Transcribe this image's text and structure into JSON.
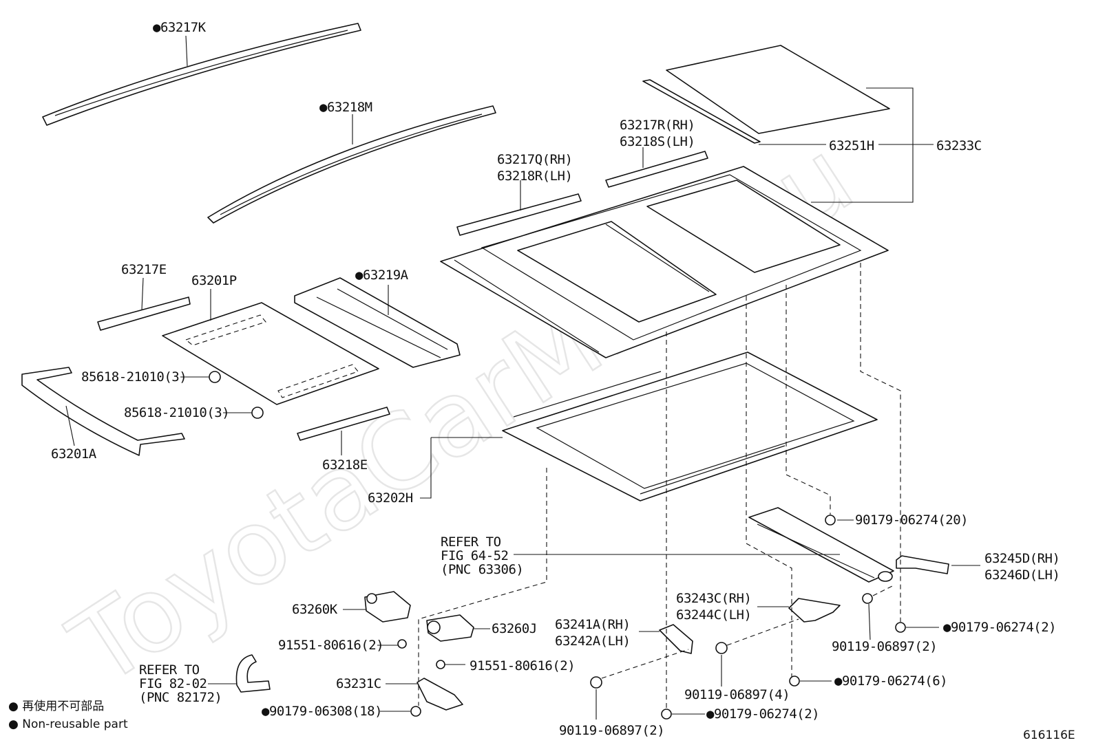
{
  "watermark": "ToyotaCarMine.ru",
  "legend": {
    "line1": "● 再使用不可部品",
    "line2": "● Non-reusable part"
  },
  "figure_code": "616116E",
  "labels": {
    "p63217K": "●63217K",
    "p63218M": "●63218M",
    "p63217E": "63217E",
    "p63201P": "63201P",
    "p63219A": "●63219A",
    "p85618a": "85618-21010(3)",
    "p85618b": "85618-21010(3)",
    "p63201A": "63201A",
    "p63218E": "63218E",
    "p63217Q": "63217Q(RH)",
    "p63218R": "63218R(LH)",
    "p63217R": "63217R(RH)",
    "p63218S": "63218S(LH)",
    "p63251H": "63251H",
    "p63233C": "63233C",
    "p63202H": "63202H",
    "ref1_l1": "REFER TO",
    "ref1_l2": "FIG 64-52",
    "ref1_l3": "(PNC 63306)",
    "p90179_20": "90179-06274(20)",
    "p63245D": "63245D(RH)",
    "p63246D": "63246D(LH)",
    "p63260K": "63260K",
    "p63260J": "63260J",
    "p91551a": "91551-80616(2)",
    "p91551b": "91551-80616(2)",
    "ref2_l1": "REFER TO",
    "ref2_l2": "FIG 82-02",
    "ref2_l3": "(PNC 82172)",
    "p63231C": "63231C",
    "p90179_18": "●90179-06308(18)",
    "p63241A": "63241A(RH)",
    "p63242A": "63242A(LH)",
    "p63243C": "63243C(RH)",
    "p63244C": "63244C(LH)",
    "p90119_2a": "90119-06897(2)",
    "p90179_2a": "●90179-06274(2)",
    "p90119_4": "90119-06897(4)",
    "p90179_6": "●90179-06274(6)",
    "p90179_2b": "●90179-06274(2)",
    "p90119_2b": "90119-06897(2)"
  }
}
